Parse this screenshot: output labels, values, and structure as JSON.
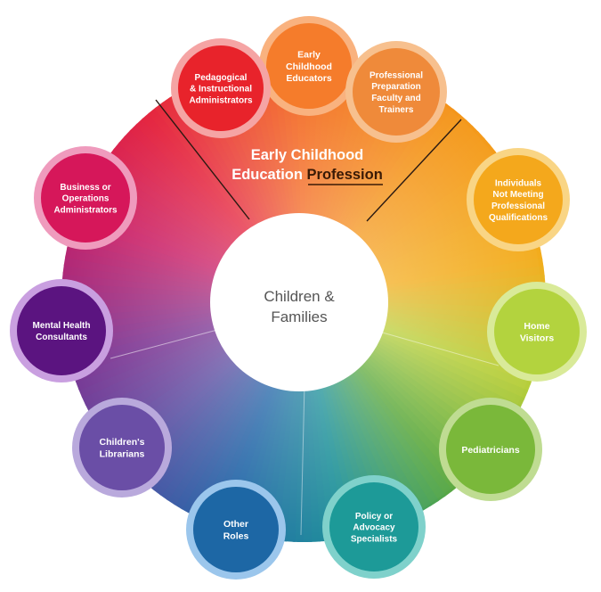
{
  "center": {
    "lines": [
      "Children &",
      "Families"
    ]
  },
  "profession": {
    "line1": "Early Childhood",
    "line2_prefix": "Education ",
    "line2_highlight": "Profession"
  },
  "roles": [
    {
      "id": "early-childhood-educators",
      "lines": [
        "Early",
        "Childhood",
        "Educators"
      ],
      "color": "#f57c2b",
      "ring": "#f9b27f"
    },
    {
      "id": "professional-preparation-faculty",
      "lines": [
        "Professional",
        "Preparation",
        "Faculty and",
        "Trainers"
      ],
      "color": "#ef8a3a",
      "ring": "#f7c08e"
    },
    {
      "id": "individuals-not-meeting",
      "lines": [
        "Individuals",
        "Not Meeting",
        "Professional",
        "Qualifications"
      ],
      "color": "#f4a81c",
      "ring": "#f9d585"
    },
    {
      "id": "home-visitors",
      "lines": [
        "Home",
        "Visitors"
      ],
      "color": "#b3d33e",
      "ring": "#d9ea99"
    },
    {
      "id": "pediatricians",
      "lines": [
        "Pediatricians"
      ],
      "color": "#7ab83a",
      "ring": "#bfdc92"
    },
    {
      "id": "policy-advocacy-specialists",
      "lines": [
        "Policy or",
        "Advocacy",
        "Specialists"
      ],
      "color": "#1d9a98",
      "ring": "#7fd1cb"
    },
    {
      "id": "other-roles",
      "lines": [
        "Other",
        "Roles"
      ],
      "color": "#1d67a5",
      "ring": "#9bc6ec"
    },
    {
      "id": "childrens-librarians",
      "lines": [
        "Children's",
        "Librarians"
      ],
      "color": "#6a4ea6",
      "ring": "#b9a9dc"
    },
    {
      "id": "mental-health-consultants",
      "lines": [
        "Mental Health",
        "Consultants"
      ],
      "color": "#5b1480",
      "ring": "#c99fe0"
    },
    {
      "id": "business-operations-administrators",
      "lines": [
        "Business or",
        "Operations",
        "Administrators"
      ],
      "color": "#d6175a",
      "ring": "#ef9bbd"
    },
    {
      "id": "pedagogical-instructional-administrators",
      "lines": [
        "Pedagogical",
        "& Instructional",
        "Administrators"
      ],
      "color": "#e8232b",
      "ring": "#f5a4a4"
    }
  ]
}
